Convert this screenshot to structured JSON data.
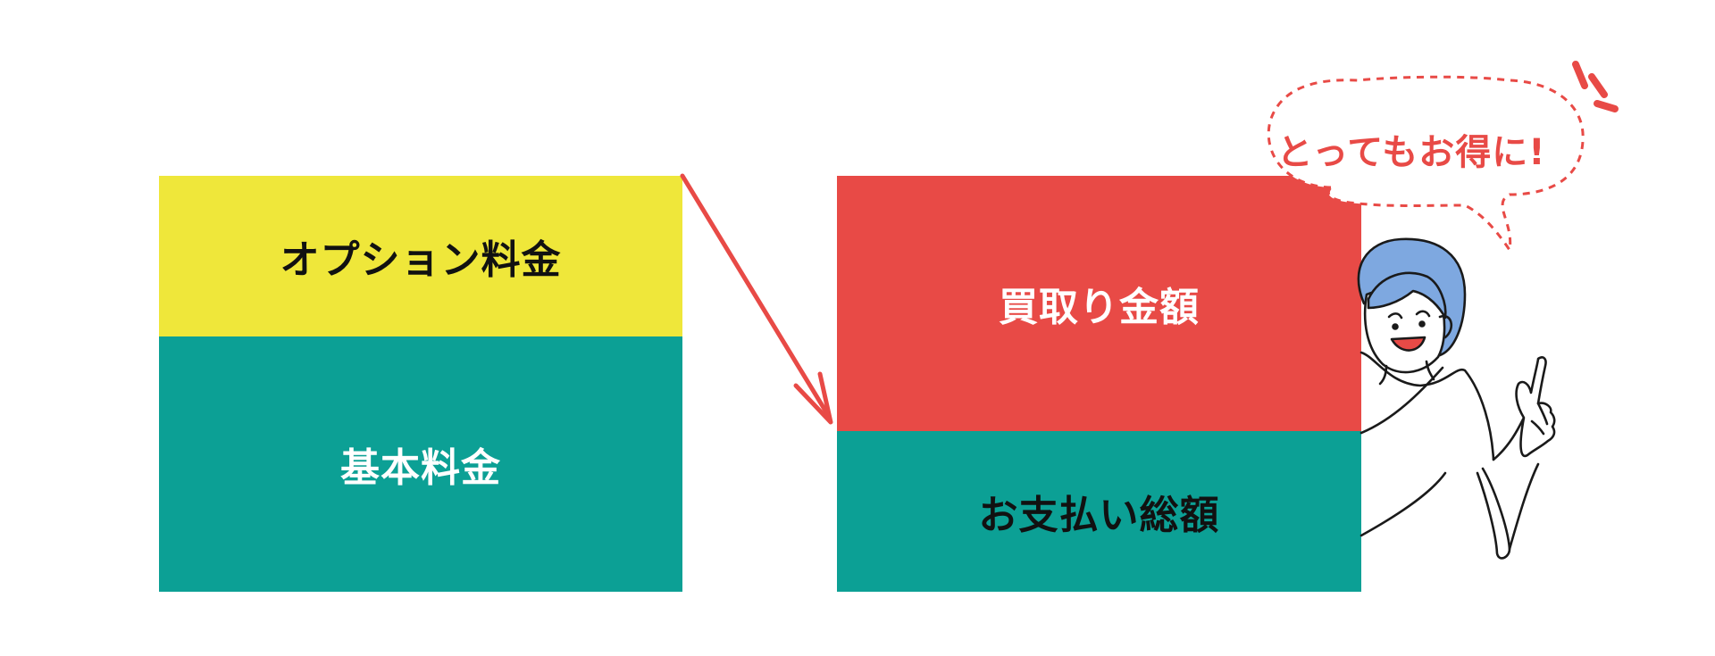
{
  "diagram": {
    "before": {
      "option_fee": "オプション料金",
      "base_fee": "基本料金"
    },
    "after": {
      "buyback_amount": "買取り金額",
      "total_payment": "お支払い総額"
    },
    "speech_bubble": "とってもお得に!"
  },
  "colors": {
    "yellow": "#EFE73A",
    "teal": "#0CA095",
    "red": "#E84A46",
    "hair_blue": "#7EA8E0",
    "text_dark": "#111111",
    "text_light": "#ffffff",
    "outline": "#1a1a1a"
  },
  "icons": {
    "arrow": "diagonal-arrow-icon",
    "person": "pointing-woman-illustration",
    "burst": "emphasis-burst-icon"
  }
}
